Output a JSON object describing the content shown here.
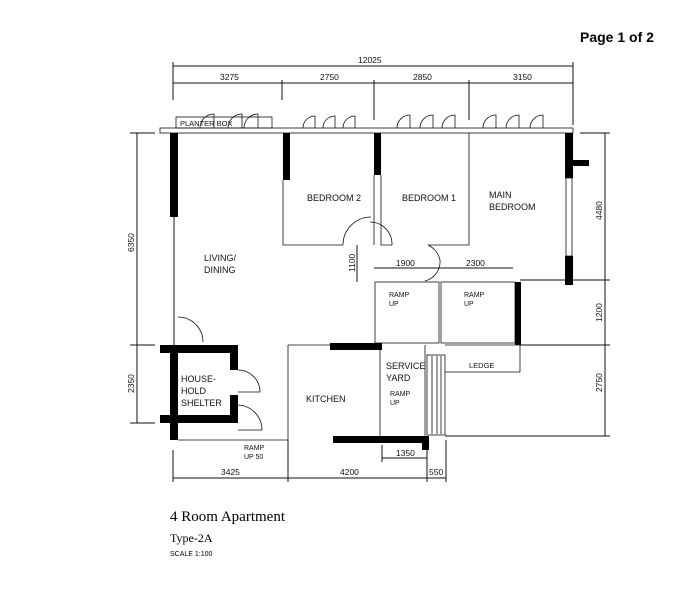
{
  "page_indicator": "Page 1 of 2",
  "title": "4 Room Apartment",
  "subtitle": "Type-2A",
  "scale": "SCALE 1:100",
  "rooms": {
    "planter_box": "PLANTER BOX",
    "bedroom2": "BEDROOM 2",
    "bedroom1": "BEDROOM 1",
    "main_bedroom_1": "MAIN",
    "main_bedroom_2": "BEDROOM",
    "living_1": "LIVING/",
    "living_2": "DINING",
    "shelter_1": "HOUSE-",
    "shelter_2": "HOLD",
    "shelter_3": "SHELTER",
    "kitchen": "KITCHEN",
    "service_1": "SERVICE",
    "service_2": "YARD",
    "ledge": "LEDGE",
    "ramp_up_1": "RAMP",
    "ramp_up_1b": "UP",
    "ramp_up_2": "RAMP",
    "ramp_up_2b": "UP",
    "ramp_up_3": "RAMP",
    "ramp_up_3b": "UP",
    "ramp_up_4": "RAMP",
    "ramp_up_4b": "UP 50"
  },
  "dimensions": {
    "overall_width": "12025",
    "top": [
      "3275",
      "2750",
      "2850",
      "3150"
    ],
    "left_upper": "6350",
    "left_lower": "2350",
    "right_upper": "4480",
    "right_middle": "1200",
    "right_lower": "2750",
    "bottom": [
      "3425",
      "4200",
      "550"
    ],
    "yard": "1350",
    "corridor": "1100",
    "inner": [
      "1900",
      "2300"
    ]
  }
}
